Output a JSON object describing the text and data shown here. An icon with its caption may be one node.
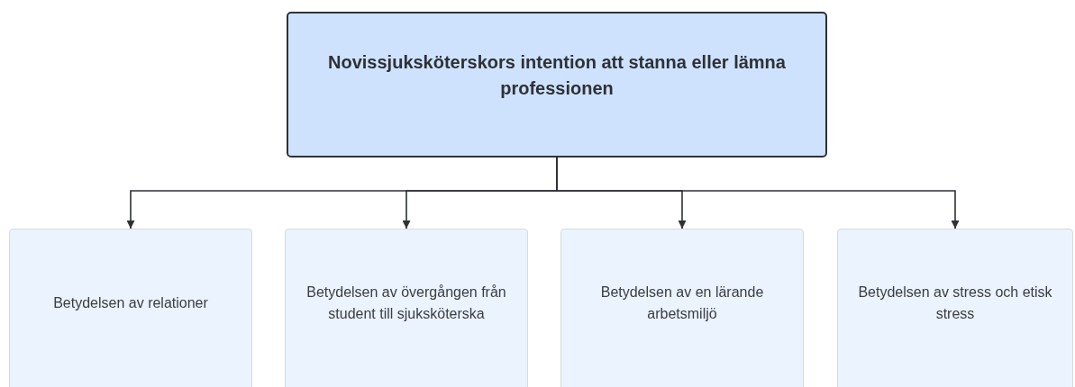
{
  "diagram": {
    "nodes": [
      {
        "text": [
          "Novissjuksköterskors intention att stanna eller lämna professionen"
        ]
      },
      {
        "text": [
          "Betydelsen av relationer"
        ]
      },
      {
        "text": [
          "Betydelsen av övergången från student till sjuksköterska"
        ]
      },
      {
        "text": [
          "Betydelsen av en lärande arbetsmiljö"
        ]
      },
      {
        "text": [
          "Betydelsen av stress och etisk stress"
        ]
      }
    ],
    "edges": [
      {
        "from": 0,
        "to": 1,
        "arrow": "to"
      },
      {
        "from": 0,
        "to": 2,
        "arrow": "to"
      },
      {
        "from": 0,
        "to": 3,
        "arrow": "to"
      },
      {
        "from": 0,
        "to": 4,
        "arrow": "to"
      }
    ]
  }
}
